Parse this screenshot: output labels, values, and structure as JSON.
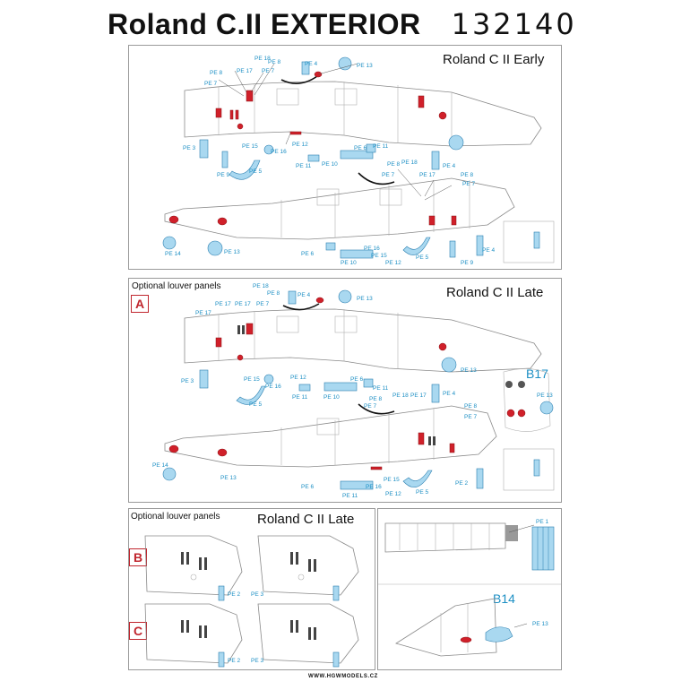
{
  "header": {
    "title": "Roland C.II  EXTERIOR",
    "code": "132140"
  },
  "panels": {
    "early": {
      "title": "Roland C II Early"
    },
    "late_a": {
      "title": "Roland C II Late",
      "note": "Optional louver panels",
      "badge": "A",
      "callout": "B17"
    },
    "late_bc": {
      "title": "Roland C II Late",
      "note": "Optional louver panels",
      "badge_b": "B",
      "badge_c": "C"
    },
    "wing": {
      "callout": "B14"
    }
  },
  "parts": {
    "pe1": "PE 1",
    "pe2": "PE 2",
    "pe3": "PE 3",
    "pe4": "PE 4",
    "pe5": "PE 5",
    "pe6": "PE 6",
    "pe7": "PE 7",
    "pe8": "PE 8",
    "pe9": "PE 9",
    "pe10": "PE 10",
    "pe11": "PE 11",
    "pe12": "PE 12",
    "pe13": "PE 13",
    "pe14": "PE 14",
    "pe15": "PE 15",
    "pe16": "PE 16",
    "pe17": "PE 17",
    "pe18": "PE 18"
  },
  "footer": {
    "website": "WWW.HGWMODELS.CZ"
  }
}
